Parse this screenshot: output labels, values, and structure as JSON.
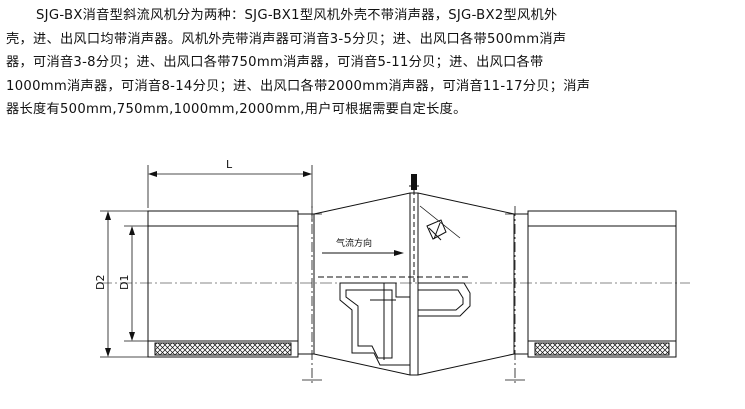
{
  "description": {
    "lines": [
      "SJG-BX消音型斜流风机分为两种：SJG-BX1型风机外壳不带消声器，SJG-BX2型风机外",
      "壳，进、出风口均带消声器。风机外壳带消声器可消音3-5分贝；进、出风口各带500mm消声",
      "器，可消音3-8分贝；进、出风口各带750mm消声器，可消音5-11分贝；进、出风口各带",
      "1000mm消声器，可消音8-14分贝；进、出风口各带2000mm消声器，可消音11-17分贝；消声",
      "器长度有500mm,750mm,1000mm,2000mm,用户可根据需要自定长度。"
    ]
  },
  "drawing": {
    "label_length": "L",
    "label_d2": "D2",
    "label_d1": "D1",
    "flow_label": "气流方向"
  }
}
